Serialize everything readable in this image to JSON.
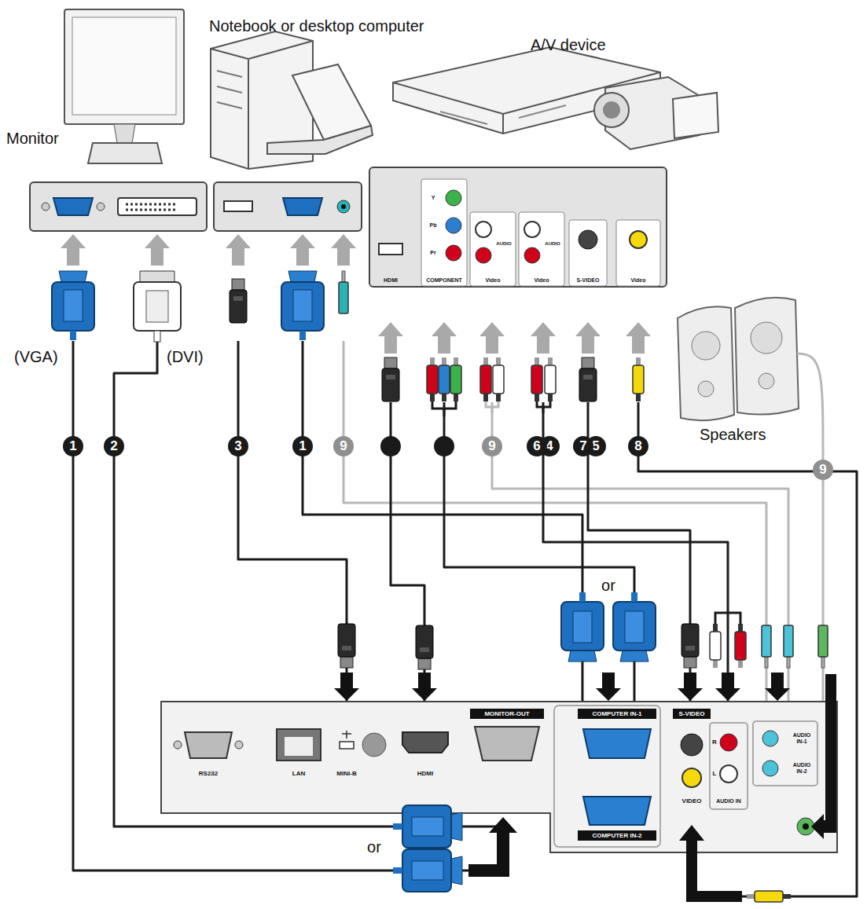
{
  "diagram": {
    "nodes": [
      {
        "text": [
          "Monitor"
        ]
      },
      {
        "text": [
          "Notebook or desktop computer"
        ]
      },
      {
        "text": [
          "A/V device"
        ]
      },
      {
        "text": [
          "Speakers"
        ]
      },
      {
        "text": [
          "RS232",
          "LAN",
          "MINI-B",
          "HDMI",
          "MONITOR-OUT",
          "COMPUTER IN-1",
          "S-VIDEO",
          "R",
          "L",
          "AUDIO IN-1",
          "AUDIO IN-2",
          "COMPUTER IN-2",
          "VIDEO",
          "AUDIO IN"
        ]
      }
    ],
    "edges": [
      {
        "from": 0,
        "to": 4,
        "arrow": "none",
        "label": "1"
      },
      {
        "from": 0,
        "to": 4,
        "arrow": "none",
        "label": "2"
      },
      {
        "from": 1,
        "to": 4,
        "arrow": "none",
        "label": "3"
      },
      {
        "from": 1,
        "to": 4,
        "arrow": "none",
        "label": "1"
      },
      {
        "from": 1,
        "to": 4,
        "arrow": "none",
        "label": "9"
      },
      {
        "from": 2,
        "to": 4,
        "arrow": "none"
      },
      {
        "from": 2,
        "to": 4,
        "arrow": "none"
      },
      {
        "from": 2,
        "to": 4,
        "arrow": "none",
        "label": "9"
      },
      {
        "from": 2,
        "to": 4,
        "arrow": "none",
        "label": "6"
      },
      {
        "from": 2,
        "to": 4,
        "arrow": "none",
        "label": "7"
      },
      {
        "from": 2,
        "to": 4,
        "arrow": "none",
        "label": "8"
      },
      {
        "from": 3,
        "to": 4,
        "arrow": "none",
        "label": "9"
      }
    ],
    "labels": [
      "(VGA)",
      "(DVI)",
      "4",
      "5",
      "or",
      "or",
      "HDMI",
      "COMPONENT",
      "Y",
      "Pb",
      "Pr",
      "AUDIO",
      "Video",
      "AUDIO",
      "Video",
      "S-VIDEO",
      "Video"
    ]
  }
}
